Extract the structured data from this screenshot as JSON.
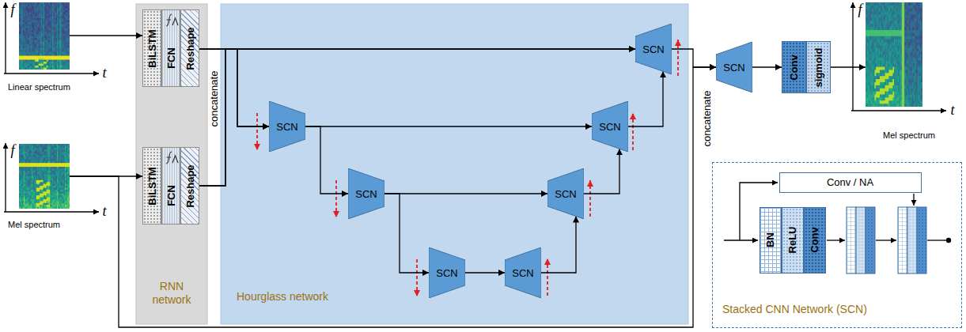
{
  "diagram": {
    "nodes": [
      {
        "text": [
          "Linear spectrum"
        ]
      },
      {
        "text": [
          "Mel spectrum"
        ]
      },
      {
        "text": [
          "RNN network"
        ]
      },
      {
        "text": [
          "BiLSTM"
        ],
        "in": 2
      },
      {
        "text": [
          "FCN"
        ],
        "in": 2
      },
      {
        "text": [
          "Reshape"
        ],
        "in": 2
      },
      {
        "text": [
          "BiLSTM"
        ],
        "in": 2
      },
      {
        "text": [
          "FCN"
        ],
        "in": 2
      },
      {
        "text": [
          "Reshape"
        ],
        "in": 2
      },
      {
        "text": [
          "Hourglass network"
        ]
      },
      {
        "text": [
          "SCN"
        ],
        "in": 9
      },
      {
        "text": [
          "SCN"
        ],
        "in": 9
      },
      {
        "text": [
          "SCN"
        ],
        "in": 9
      },
      {
        "text": [
          "SCN"
        ],
        "in": 9
      },
      {
        "text": [
          "SCN"
        ],
        "in": 9
      },
      {
        "text": [
          "SCN"
        ],
        "in": 9
      },
      {
        "text": [
          "SCN"
        ],
        "in": 9
      },
      {
        "text": [
          "SCN"
        ]
      },
      {
        "text": [
          "Conv",
          "sigmoid"
        ]
      },
      {
        "text": [
          "Mel spectrum"
        ]
      },
      {
        "text": [
          "Stacked CNN Network (SCN)"
        ]
      },
      {
        "text": [
          "Conv / NA"
        ],
        "in": 20
      },
      {
        "text": [
          "BN",
          "ReLU",
          "Conv"
        ],
        "in": 20
      }
    ],
    "edges": [
      {
        "from": 0,
        "to": 3,
        "arrow": "to"
      },
      {
        "from": 1,
        "to": 6,
        "arrow": "to"
      },
      {
        "from": 5,
        "to": 10,
        "arrow": "to"
      },
      {
        "from": 8,
        "to": 10,
        "arrow": "to"
      },
      {
        "from": 5,
        "to": 16,
        "arrow": "to"
      },
      {
        "from": 8,
        "to": 16,
        "arrow": "to"
      },
      {
        "from": 10,
        "to": 11,
        "arrow": "to"
      },
      {
        "from": 10,
        "to": 15,
        "arrow": "to"
      },
      {
        "from": 11,
        "to": 12,
        "arrow": "to"
      },
      {
        "from": 11,
        "to": 14,
        "arrow": "to"
      },
      {
        "from": 12,
        "to": 13,
        "arrow": "to"
      },
      {
        "from": 13,
        "to": 14,
        "arrow": "to"
      },
      {
        "from": 14,
        "to": 15,
        "arrow": "to"
      },
      {
        "from": 15,
        "to": 16,
        "arrow": "to"
      },
      {
        "from": 16,
        "to": 17,
        "arrow": "to"
      },
      {
        "from": 1,
        "to": 17,
        "arrow": "to"
      },
      {
        "from": 17,
        "to": 18,
        "arrow": "to"
      },
      {
        "from": 18,
        "to": 19,
        "arrow": "to"
      }
    ],
    "labels": [
      "f",
      "t",
      "f",
      "t",
      "concatenate",
      "concatenate",
      "f",
      "t"
    ]
  }
}
